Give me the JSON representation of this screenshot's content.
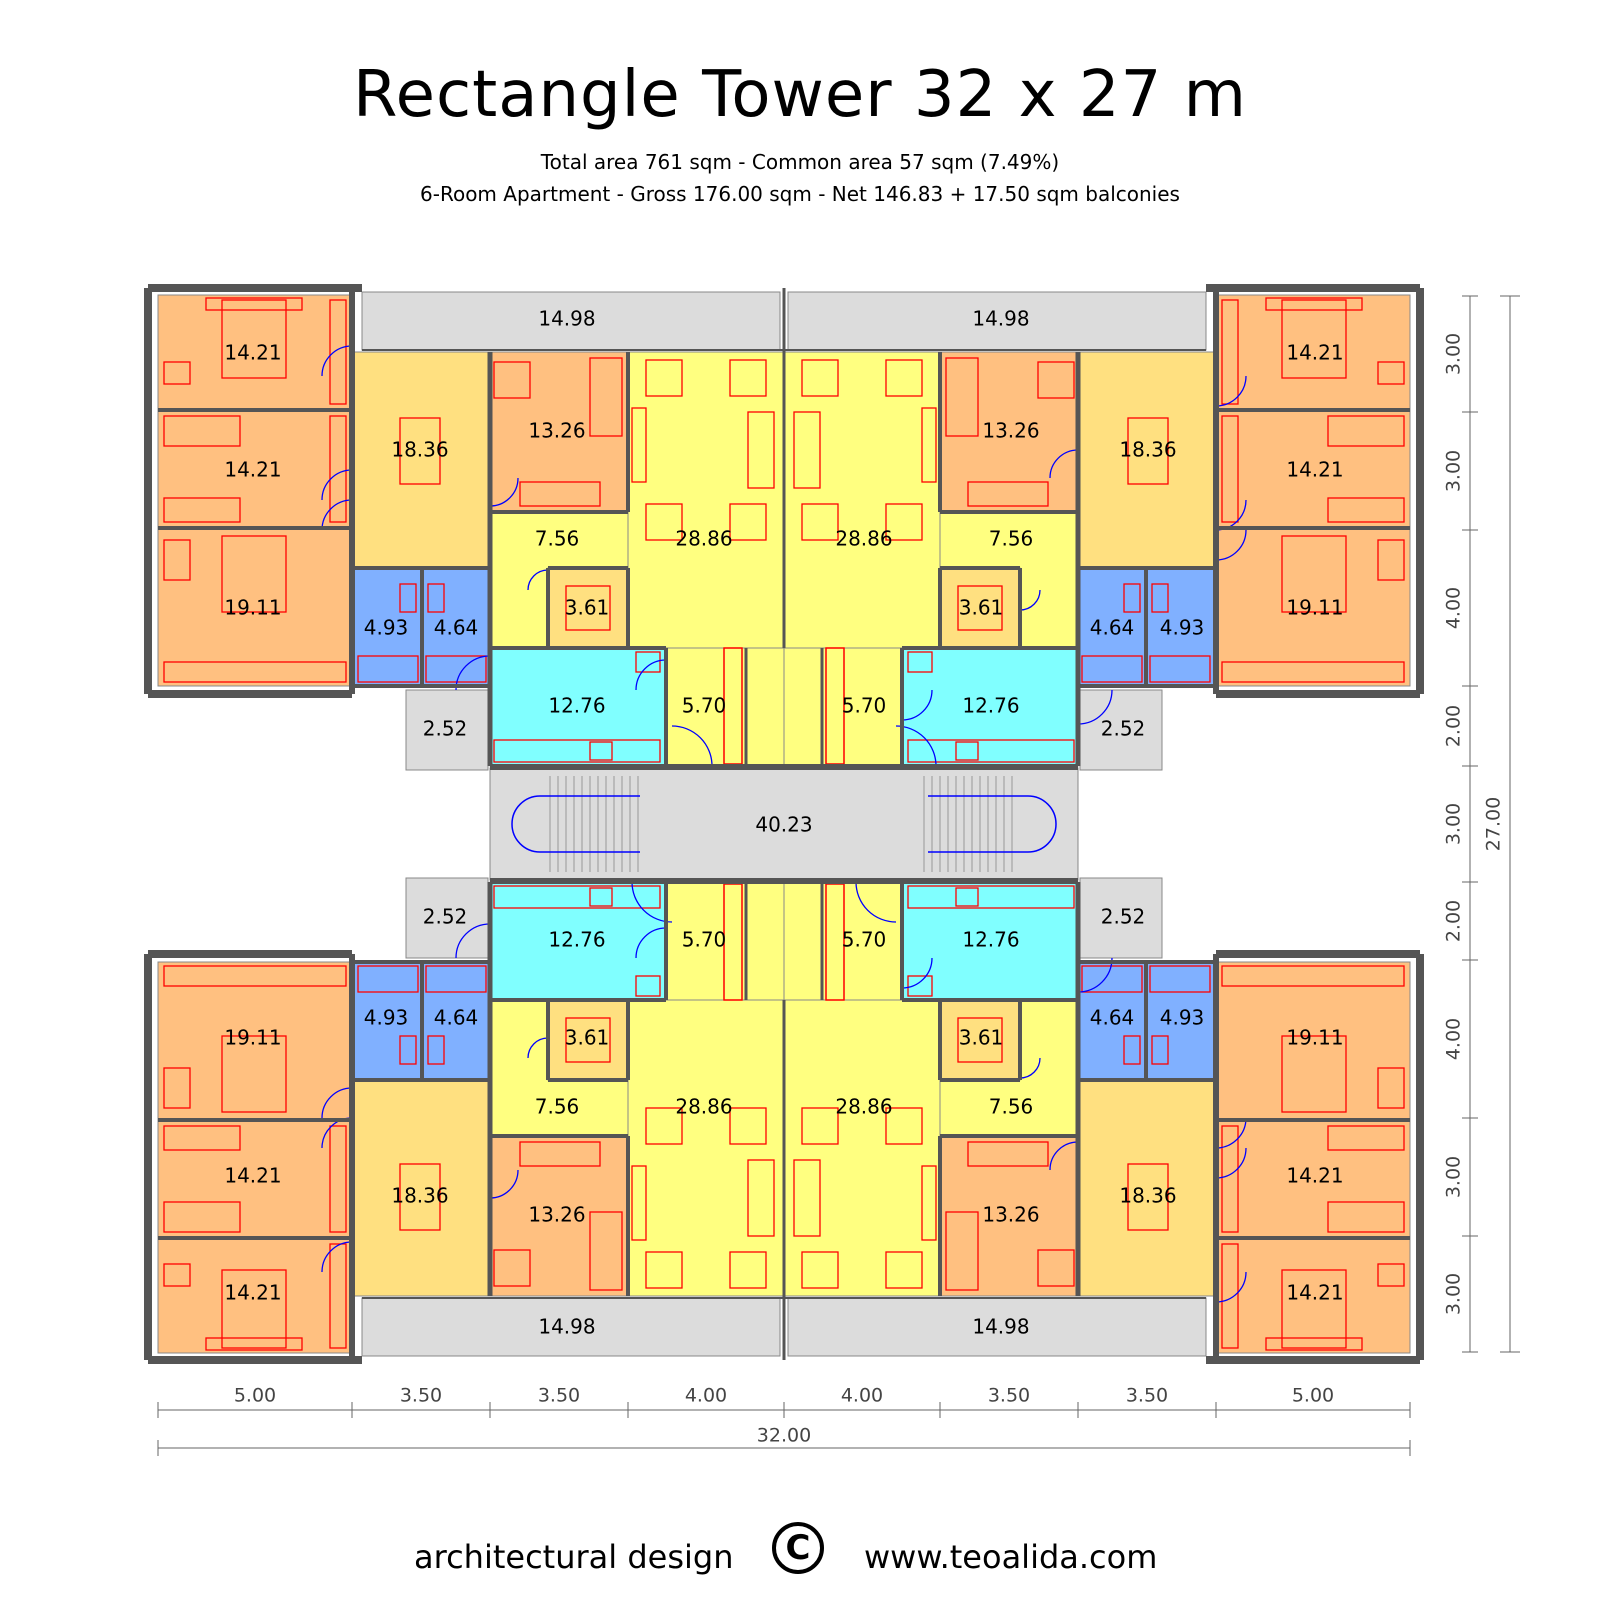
{
  "title": "Rectangle Tower 32 x 27 m",
  "subtitle_line1": "Total area 761 sqm - Common area 57 sqm (7.49%)",
  "subtitle_line2": "6-Room Apartment - Gross 176.00 sqm - Net 146.83 + 17.50 sqm balconies",
  "footer_left": "architectural design",
  "copyright_symbol": "C",
  "footer_right": "www.teoalida.com",
  "colors": {
    "bedroom": "#ffc080",
    "dining": "#ffe080",
    "living": "#ffff80",
    "kitchen": "#80ffff",
    "bathroom": "#80b0ff",
    "common": "#dcdcdc",
    "wall": "#555555",
    "furniture": "#ff0000",
    "door": "#0000ff"
  },
  "plan": {
    "common_hall_area": "40.23",
    "apartments": [
      {
        "balcony": "14.98",
        "bedroom_1": "14.21",
        "bedroom_2": "14.21",
        "bedroom_3": "19.11",
        "bedroom_4": "13.26",
        "dining": "18.36",
        "hall": "7.56",
        "living": "28.86",
        "closet": "3.61",
        "bath_1": "4.93",
        "bath_2": "4.64",
        "kitchen": "12.76",
        "entry": "5.70",
        "small_balcony": "2.52"
      },
      {
        "balcony": "14.98",
        "bedroom_1": "14.21",
        "bedroom_2": "14.21",
        "bedroom_3": "19.11",
        "bedroom_4": "13.26",
        "dining": "18.36",
        "hall": "7.56",
        "living": "28.86",
        "closet": "3.61",
        "bath_1": "4.93",
        "bath_2": "4.64",
        "kitchen": "12.76",
        "entry": "5.70",
        "small_balcony": "2.52"
      },
      {
        "balcony": "14.98",
        "bedroom_1": "14.21",
        "bedroom_2": "14.21",
        "bedroom_3": "19.11",
        "bedroom_4": "13.26",
        "dining": "18.36",
        "hall": "7.56",
        "living": "28.86",
        "closet": "3.61",
        "bath_1": "4.93",
        "bath_2": "4.64",
        "kitchen": "12.76",
        "entry": "5.70",
        "small_balcony": "2.52"
      },
      {
        "balcony": "14.98",
        "bedroom_1": "14.21",
        "bedroom_2": "14.21",
        "bedroom_3": "19.11",
        "bedroom_4": "13.26",
        "dining": "18.36",
        "hall": "7.56",
        "living": "28.86",
        "closet": "3.61",
        "bath_1": "4.93",
        "bath_2": "4.64",
        "kitchen": "12.76",
        "entry": "5.70",
        "small_balcony": "2.52"
      }
    ],
    "dimensions_horizontal": [
      "5.00",
      "3.50",
      "3.50",
      "4.00",
      "4.00",
      "3.50",
      "3.50",
      "5.00"
    ],
    "dimension_total_width": "32.00",
    "dimensions_vertical": [
      "3.00",
      "3.00",
      "4.00",
      "2.00",
      "3.00",
      "2.00",
      "4.00",
      "3.00",
      "3.00"
    ],
    "dimension_total_height": "27.00"
  }
}
